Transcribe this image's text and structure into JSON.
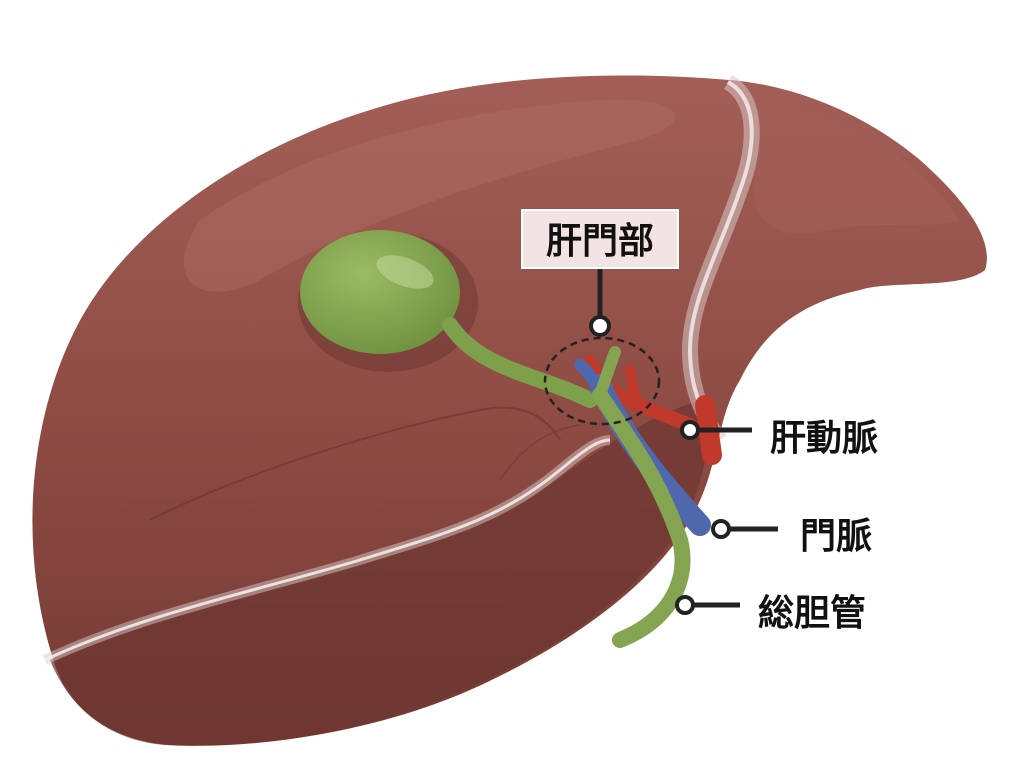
{
  "labels": {
    "hilum": "肝門部",
    "artery": "肝動脈",
    "portal_vein": "門脈",
    "bile_duct": "総胆管"
  },
  "colors": {
    "liver": "#8e4c44",
    "liver_dark": "#6e3832",
    "liver_light": "#a56259",
    "gallbladder": "#7ea04a",
    "bile_duct": "#84a452",
    "portal_vein": "#4f68ad",
    "artery": "#c0392b",
    "label_box": "#f4e3e3"
  }
}
